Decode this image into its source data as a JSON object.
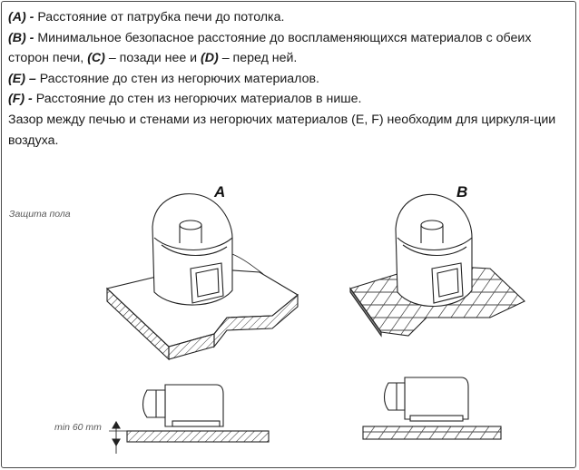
{
  "paragraphs": [
    {
      "label": "(A) -",
      "text": " Расстояние от патрубка печи до потолка."
    },
    {
      "label": "(B) -",
      "text": " Минимальное безопасное расстояние до воспламеняющихся материалов с обеих сторон печи, ",
      "label2": "(C)",
      "text2": " – позади нее и ",
      "label3": "(D)",
      "text3": " – перед ней."
    },
    {
      "label": "(E) –",
      "text": " Расстояние до стен из негорючих материалов."
    },
    {
      "label": "(F) -",
      "text": " Расстояние до стен из негорючих материалов в нише."
    },
    {
      "text": "Зазор между печью и стенами из негорючих материалов (E, F) необходим для циркуля-ции воздуха."
    }
  ],
  "figure": {
    "caption_floor": "Защита пола",
    "caption_min": "min 60 mm",
    "label_a": "A",
    "label_b": "B"
  }
}
